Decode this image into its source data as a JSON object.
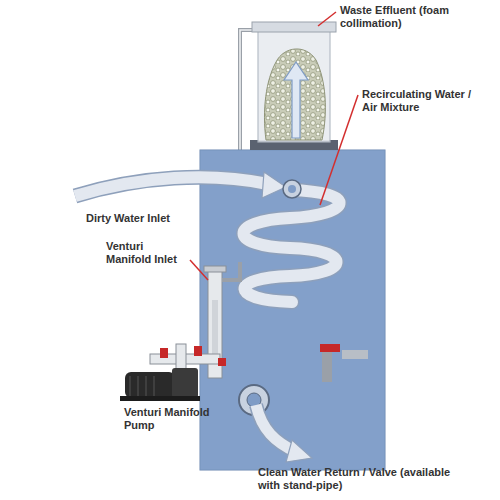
{
  "diagram": {
    "labels": [
      "Waste Effluent (foam collimation)",
      "Recirculating Water / Air Mixture",
      "Dirty Water Inlet",
      "Venturi Manifold Inlet",
      "Venturi Manifold Pump",
      "Clean Water Return / Valve (available with stand-pipe)"
    ]
  }
}
